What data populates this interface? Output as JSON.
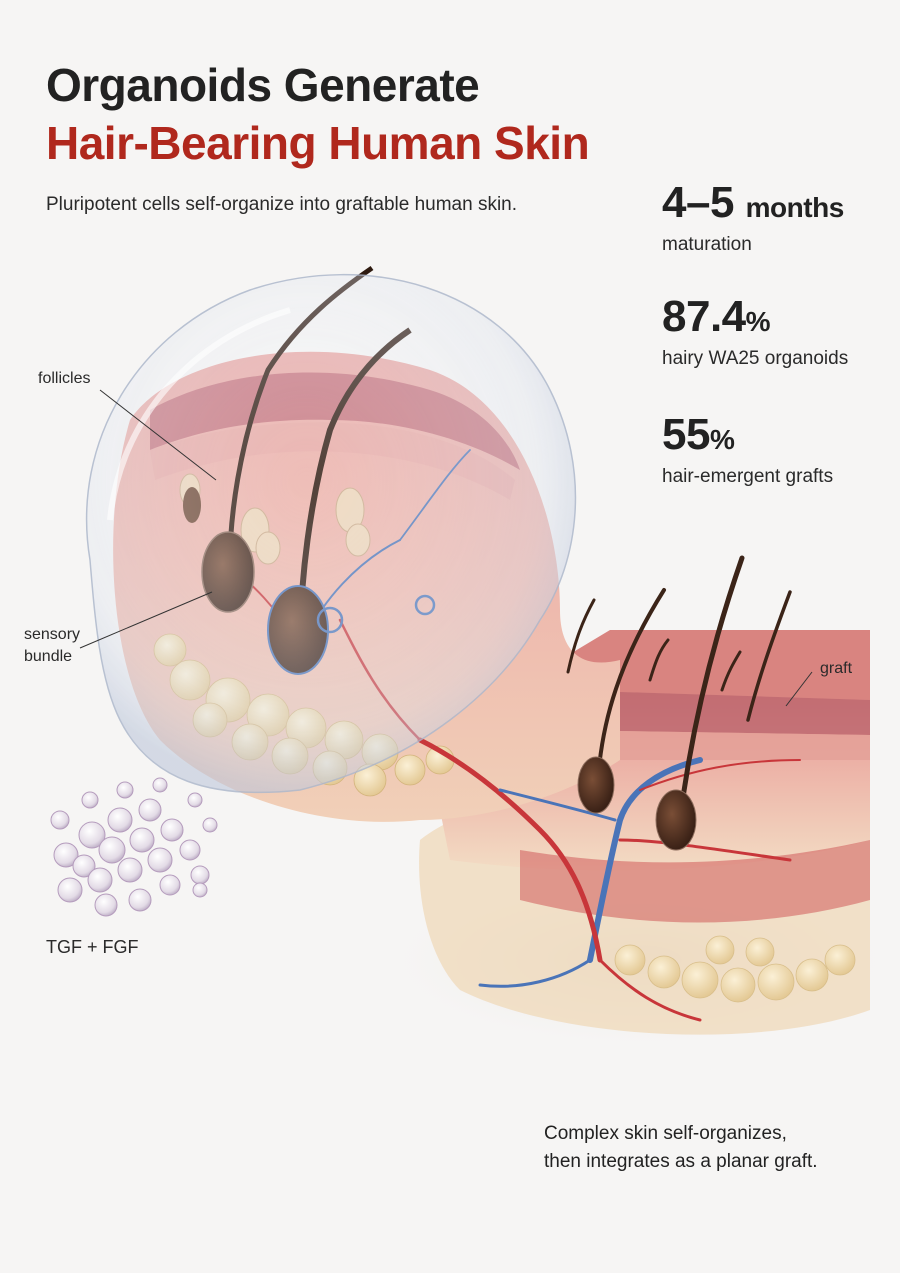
{
  "title": {
    "line1": "Organoids Generate",
    "line2": "Hair-Bearing Human Skin"
  },
  "subtitle": "Pluripotent cells self-organize into graftable human skin.",
  "stats": [
    {
      "value": "4–5",
      "unit": "months",
      "label": "maturation"
    },
    {
      "value": "87.4",
      "unit": "%",
      "label": "hairy WA25 organoids"
    },
    {
      "value": "55",
      "unit": "%",
      "label": "hair-emergent grafts"
    }
  ],
  "labels": {
    "follicles": "follicles",
    "sensory_line1": "sensory",
    "sensory_line2": "bundle",
    "graft": "graft",
    "factors": "TGF + FGF"
  },
  "caption": {
    "line1": "Complex skin self-organizes,",
    "line2": "then integrates as a planar graft."
  },
  "colors": {
    "title_dark": "#222222",
    "title_red": "#b0281d",
    "tissue_pink": "#e9a8a0",
    "epidermis": "#c9767a",
    "fat_yellow": "#ecd7a8",
    "hair_brown": "#3b2418",
    "vessel_red": "#c8363a",
    "vessel_blue": "#4a74b8"
  }
}
